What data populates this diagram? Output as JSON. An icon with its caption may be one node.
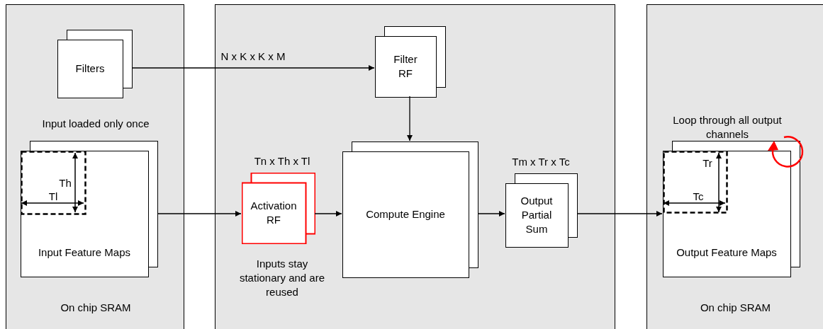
{
  "diagram": {
    "nodes": [
      {
        "text": [
          "On chip SRAM"
        ]
      },
      {
        "text": [
          "Filters"
        ],
        "in": 0
      },
      {
        "text": [
          "Input Feature Maps"
        ],
        "in": 0
      },
      {
        "text": [],
        "shape": "box"
      },
      {
        "text": [
          "Filter RF"
        ],
        "in": 3
      },
      {
        "text": [
          "Activation RF"
        ],
        "in": 3,
        "beside": [
          "Tn x Th x Tl",
          "Inputs stay stationary and are reused"
        ]
      },
      {
        "text": [
          "Compute Engine"
        ],
        "in": 3
      },
      {
        "text": [
          "Output Partial Sum"
        ],
        "in": 3,
        "beside": [
          "Tm x Tr x Tc"
        ]
      },
      {
        "text": [
          "On chip SRAM"
        ]
      },
      {
        "text": [
          "Output Feature Maps"
        ],
        "in": 8,
        "beside": [
          "Loop through all output channels"
        ]
      }
    ],
    "edges": [
      {
        "from": 1,
        "to": 4,
        "arrow": "to",
        "label": "N x K x K x M"
      },
      {
        "from": 2,
        "to": 5,
        "arrow": "to"
      },
      {
        "from": 4,
        "to": 6,
        "arrow": "to"
      },
      {
        "from": 5,
        "to": 6,
        "arrow": "to"
      },
      {
        "from": 6,
        "to": 7,
        "arrow": "to"
      },
      {
        "from": 7,
        "to": 9,
        "arrow": "to"
      }
    ],
    "labels": [
      "Input loaded only once",
      "Th",
      "Tl",
      "Tr",
      "Tc"
    ]
  }
}
